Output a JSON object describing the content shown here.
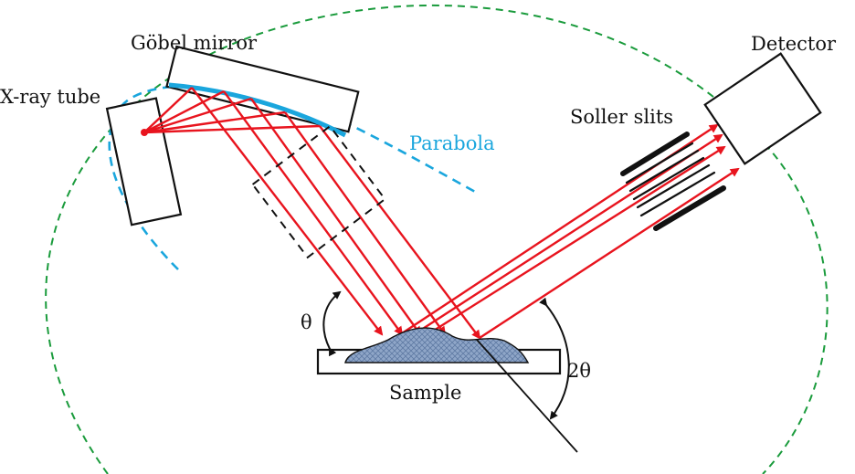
{
  "labels": {
    "gobel_mirror": "Göbel mirror",
    "x_ray_tube": "X-ray tube",
    "parabola": "Parabola",
    "soller_slits": "Soller slits",
    "detector": "Detector",
    "theta": "θ",
    "two_theta": "2θ",
    "sample": "Sample"
  },
  "colors": {
    "beam": "#e8141e",
    "parabola": "#1aa6dd",
    "circle": "#1a9b3c",
    "sample_fill": "#8fa6c8",
    "outline": "#111111"
  }
}
